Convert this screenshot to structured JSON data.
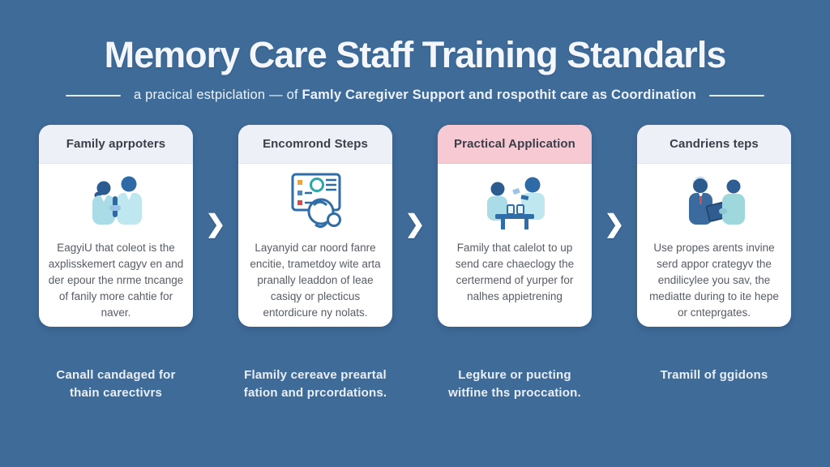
{
  "colors": {
    "background": "#3f6b99",
    "card_header_default": "#edf0f6",
    "card_header_highlight": "#f7c9d2",
    "card_body": "#ffffff",
    "body_text": "#565d67",
    "caption_text": "#e9eff6",
    "arrow": "#ffffff",
    "icon_dark_blue": "#2e6096",
    "icon_light_teal": "#b5e3e9"
  },
  "header": {
    "title": "Memory Care Staff Training Standarls",
    "subtitle_prefix": "a pracical estpiclation — of",
    "subtitle_emphasis": "Famly Caregiver Support and rospothit care as Coordination"
  },
  "arrow_glyph": "❯",
  "cards": [
    {
      "title": "Family aprpoters",
      "icon": "two-people-talking-icon",
      "body": "EagyiU that coleot is the axplisskemert cagyv en and der epour the nrme tncange of fanily more cahtie for naver.",
      "caption": "Canall candaged for thain carectivrs"
    },
    {
      "title": "Encomrond Steps",
      "icon": "monitor-checklist-icon",
      "body": "Layanyid car noord fanre encitie, trametdoy wite arta pranally leaddon of leae casiqy or plecticus entordicure ny nolats.",
      "caption": "Flamily cereave preartal fation and prcordations."
    },
    {
      "title": "Practical Application",
      "icon": "two-people-at-table-icon",
      "body": "Family that calelot to up send care chaeclogy the certermend of yurper for nalhes appietrening",
      "caption": "Legkure or pucting witfine ths proccation."
    },
    {
      "title": "Candriens teps",
      "icon": "advisor-with-tablet-icon",
      "body": "Use propes arents invine serd appor crategyv the endilicylee you sav, the mediatte during to ite hepe or cnteprgates.",
      "caption": "Tramill of ggidons"
    }
  ]
}
